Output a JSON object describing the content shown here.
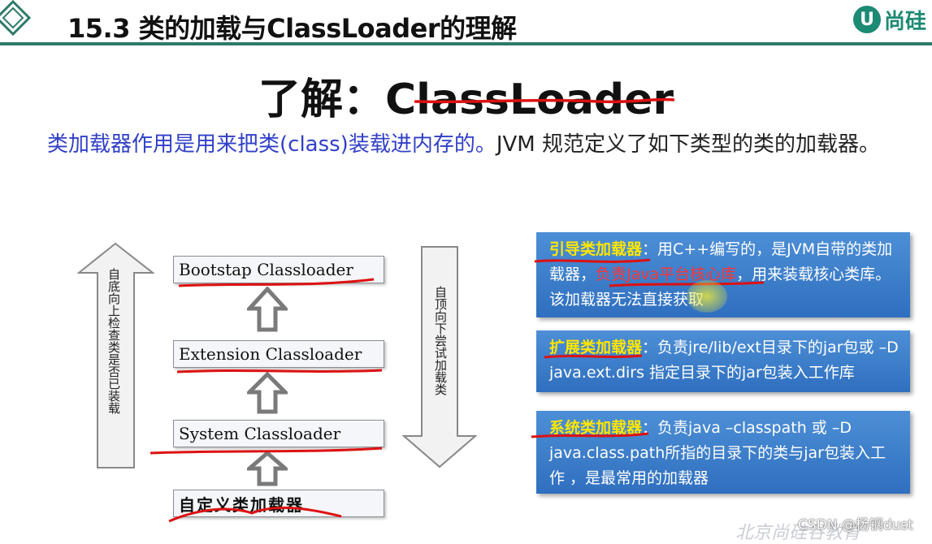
{
  "header": {
    "title": "15.3 类的加载与ClassLoader的理解",
    "logo_mark": "U",
    "logo_text": "尚硅"
  },
  "main_heading": "了解：ClassLoader",
  "intro": {
    "highlight": "类加载器作用是用来把类(class)装载进内存的。",
    "rest": "JVM 规范定义了如下类型的类的加载器。"
  },
  "diagram": {
    "up_arrow_label": "自底向上检查类是否已装载",
    "down_arrow_label": "自顶向下尝试加载类",
    "loaders": [
      "Bootstap Classloader",
      "Extension Classloader",
      "System Classloader",
      "自定义类加载器"
    ]
  },
  "cards": [
    {
      "title": "引导类加载器",
      "sep": "：",
      "text1": "用C++编写的，是JVM自带的类加载器，",
      "red": "负责Java平台核心库",
      "text2": "，用来装载核心类库。该加载器无法直接获取"
    },
    {
      "title": "扩展类加载器",
      "sep": "：",
      "text1": "负责jre/lib/ext目录下的jar包或 –D java.ext.dirs 指定目录下的jar包装入工作库"
    },
    {
      "title": "系统类加载器",
      "sep": "：",
      "text1": "负责java –classpath 或 –D java.class.path所指的目录下的类与jar包装入工作 ，是最常用的加载器"
    }
  ],
  "watermark": "CSDN @杨钢dust",
  "bottom_text": "北京尚硅谷教育"
}
